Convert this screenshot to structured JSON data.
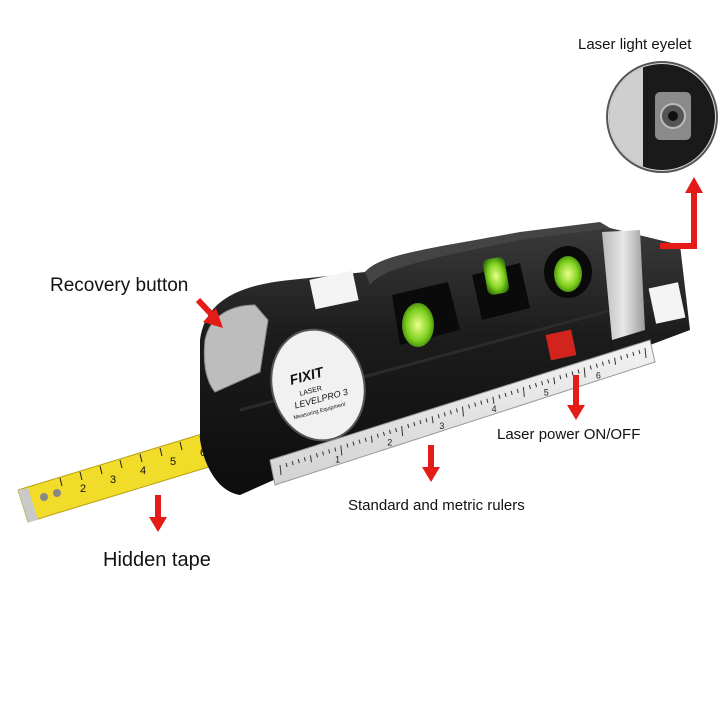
{
  "labels": {
    "laser_eyelet": "Laser light eyelet",
    "recovery_button": "Recovery button",
    "laser_power": "Laser power ON/OFF",
    "rulers": "Standard and metric rulers",
    "hidden_tape": "Hidden tape"
  },
  "device": {
    "brand": "FIXIT",
    "model_line1": "LASER",
    "model_line2": "LEVELPRO 3",
    "model_line3": "Measuring Equipment",
    "body_color": "#1c1c1c",
    "bubble_color": "#7dd01e",
    "tape_color": "#f2dc2a",
    "power_switch_color": "#d3231d"
  },
  "ruler_numbers": [
    "1",
    "2",
    "3",
    "4",
    "5",
    "6"
  ],
  "tape_numbers": [
    "2",
    "3",
    "4",
    "5",
    "6"
  ],
  "arrow_color": "#e41b17"
}
